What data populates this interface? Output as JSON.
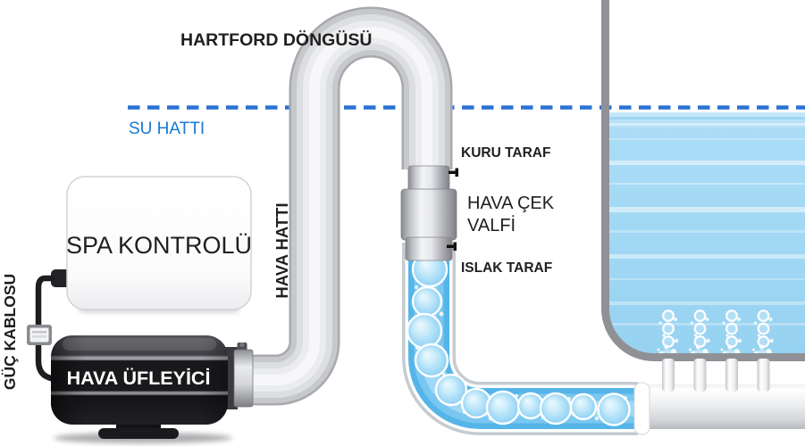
{
  "diagram": {
    "title": "HARTFORD DÖNGÜSÜ",
    "water_line_label": "SU HATTI",
    "spa_control_label": "SPA KONTROLÜ",
    "air_line_label": "HAVA HATTI",
    "dry_side_label": "KURU TARAF",
    "check_valve_label_line1": "HAVA ÇEK",
    "check_valve_label_line2": "VALFİ",
    "wet_side_label": "ISLAK TARAF",
    "power_cable_label": "GÜÇ KABLOSU",
    "blower_label": "HAVA ÜFLEYİCİ",
    "colors": {
      "water_line_dash": "#2b72d4",
      "water_line_text": "#1878d2",
      "label_text": "#1f1f1f",
      "blower_text": "#ffffff",
      "tub_water": "#a2d8f4",
      "pipe_water": "#55b5e9",
      "pipe_metal": "#d6d7da",
      "tub_wall": "#8f9196",
      "blower_body": "#1b1b1e"
    }
  }
}
